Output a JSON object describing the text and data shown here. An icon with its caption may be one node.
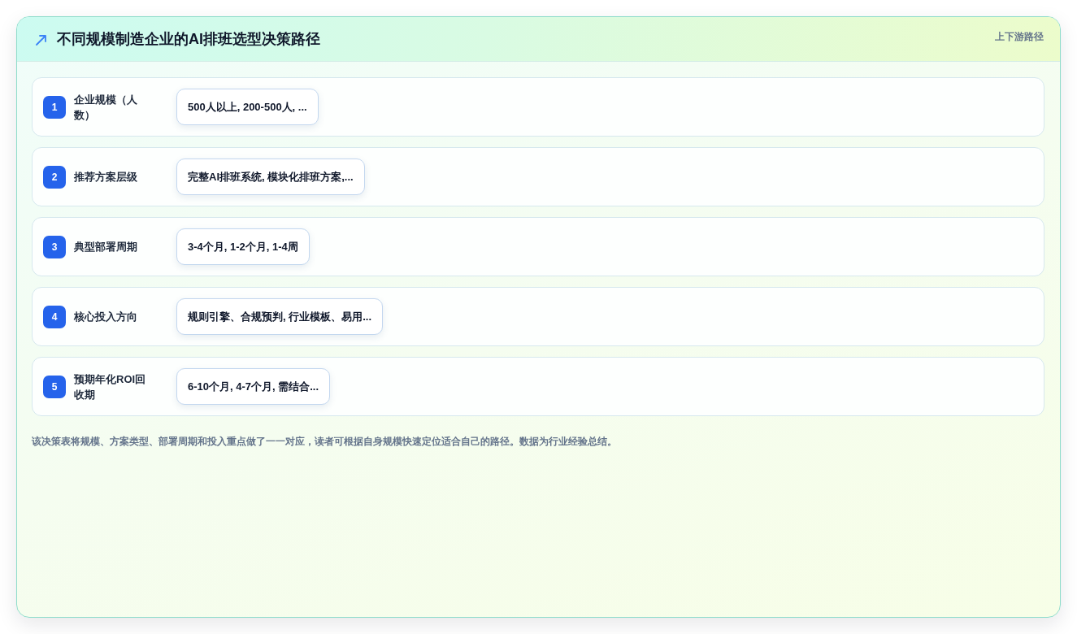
{
  "diagram": {
    "title": "不同规模制造企业的AI排班选型决策路径",
    "nodes": [
      {
        "text": [
          "企业规模（人数）"
        ]
      },
      {
        "text": [
          "1"
        ],
        "in": 0
      },
      {
        "text": [
          "500人以上, 200-500人, ..."
        ],
        "in": 0
      },
      {
        "text": [
          "推荐方案层级"
        ]
      },
      {
        "text": [
          "2"
        ],
        "in": 3
      },
      {
        "text": [
          "完整AI排班系统, 模块化排班方案,..."
        ],
        "in": 3
      },
      {
        "text": [
          "典型部署周期"
        ]
      },
      {
        "text": [
          "3"
        ],
        "in": 6
      },
      {
        "text": [
          "3-4个月, 1-2个月, 1-4周"
        ],
        "in": 6
      },
      {
        "text": [
          "核心投入方向"
        ]
      },
      {
        "text": [
          "4"
        ],
        "in": 9
      },
      {
        "text": [
          "规则引擎、合规预判, 行业模板、易用..."
        ],
        "in": 9
      },
      {
        "text": [
          "预期年化ROI回收期"
        ]
      },
      {
        "text": [
          "5"
        ],
        "in": 12
      },
      {
        "text": [
          "6-10个月, 4-7个月, 需结合..."
        ],
        "in": 12
      }
    ],
    "labels": [
      "上下游路径"
    ],
    "caption": "该决策表将规模、方案类型、部署周期和投入重点做了一一对应，读者可根据自身规模快速定位适合自己的路径。数据为行业经验总结。"
  }
}
